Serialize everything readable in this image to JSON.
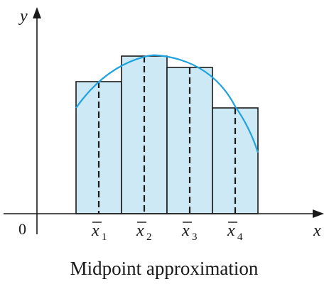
{
  "diagram": {
    "origin_label": "0",
    "x_axis_label": "x",
    "y_axis_label": "y",
    "midpoint_base": "x",
    "midpoints": [
      {
        "subscript": "1"
      },
      {
        "subscript": "2"
      },
      {
        "subscript": "3"
      },
      {
        "subscript": "4"
      }
    ],
    "caption": "Midpoint approximation",
    "colors": {
      "rect_fill": "#cde9f6",
      "curve": "#1fa3dc",
      "stroke": "#1a1a1a"
    }
  }
}
